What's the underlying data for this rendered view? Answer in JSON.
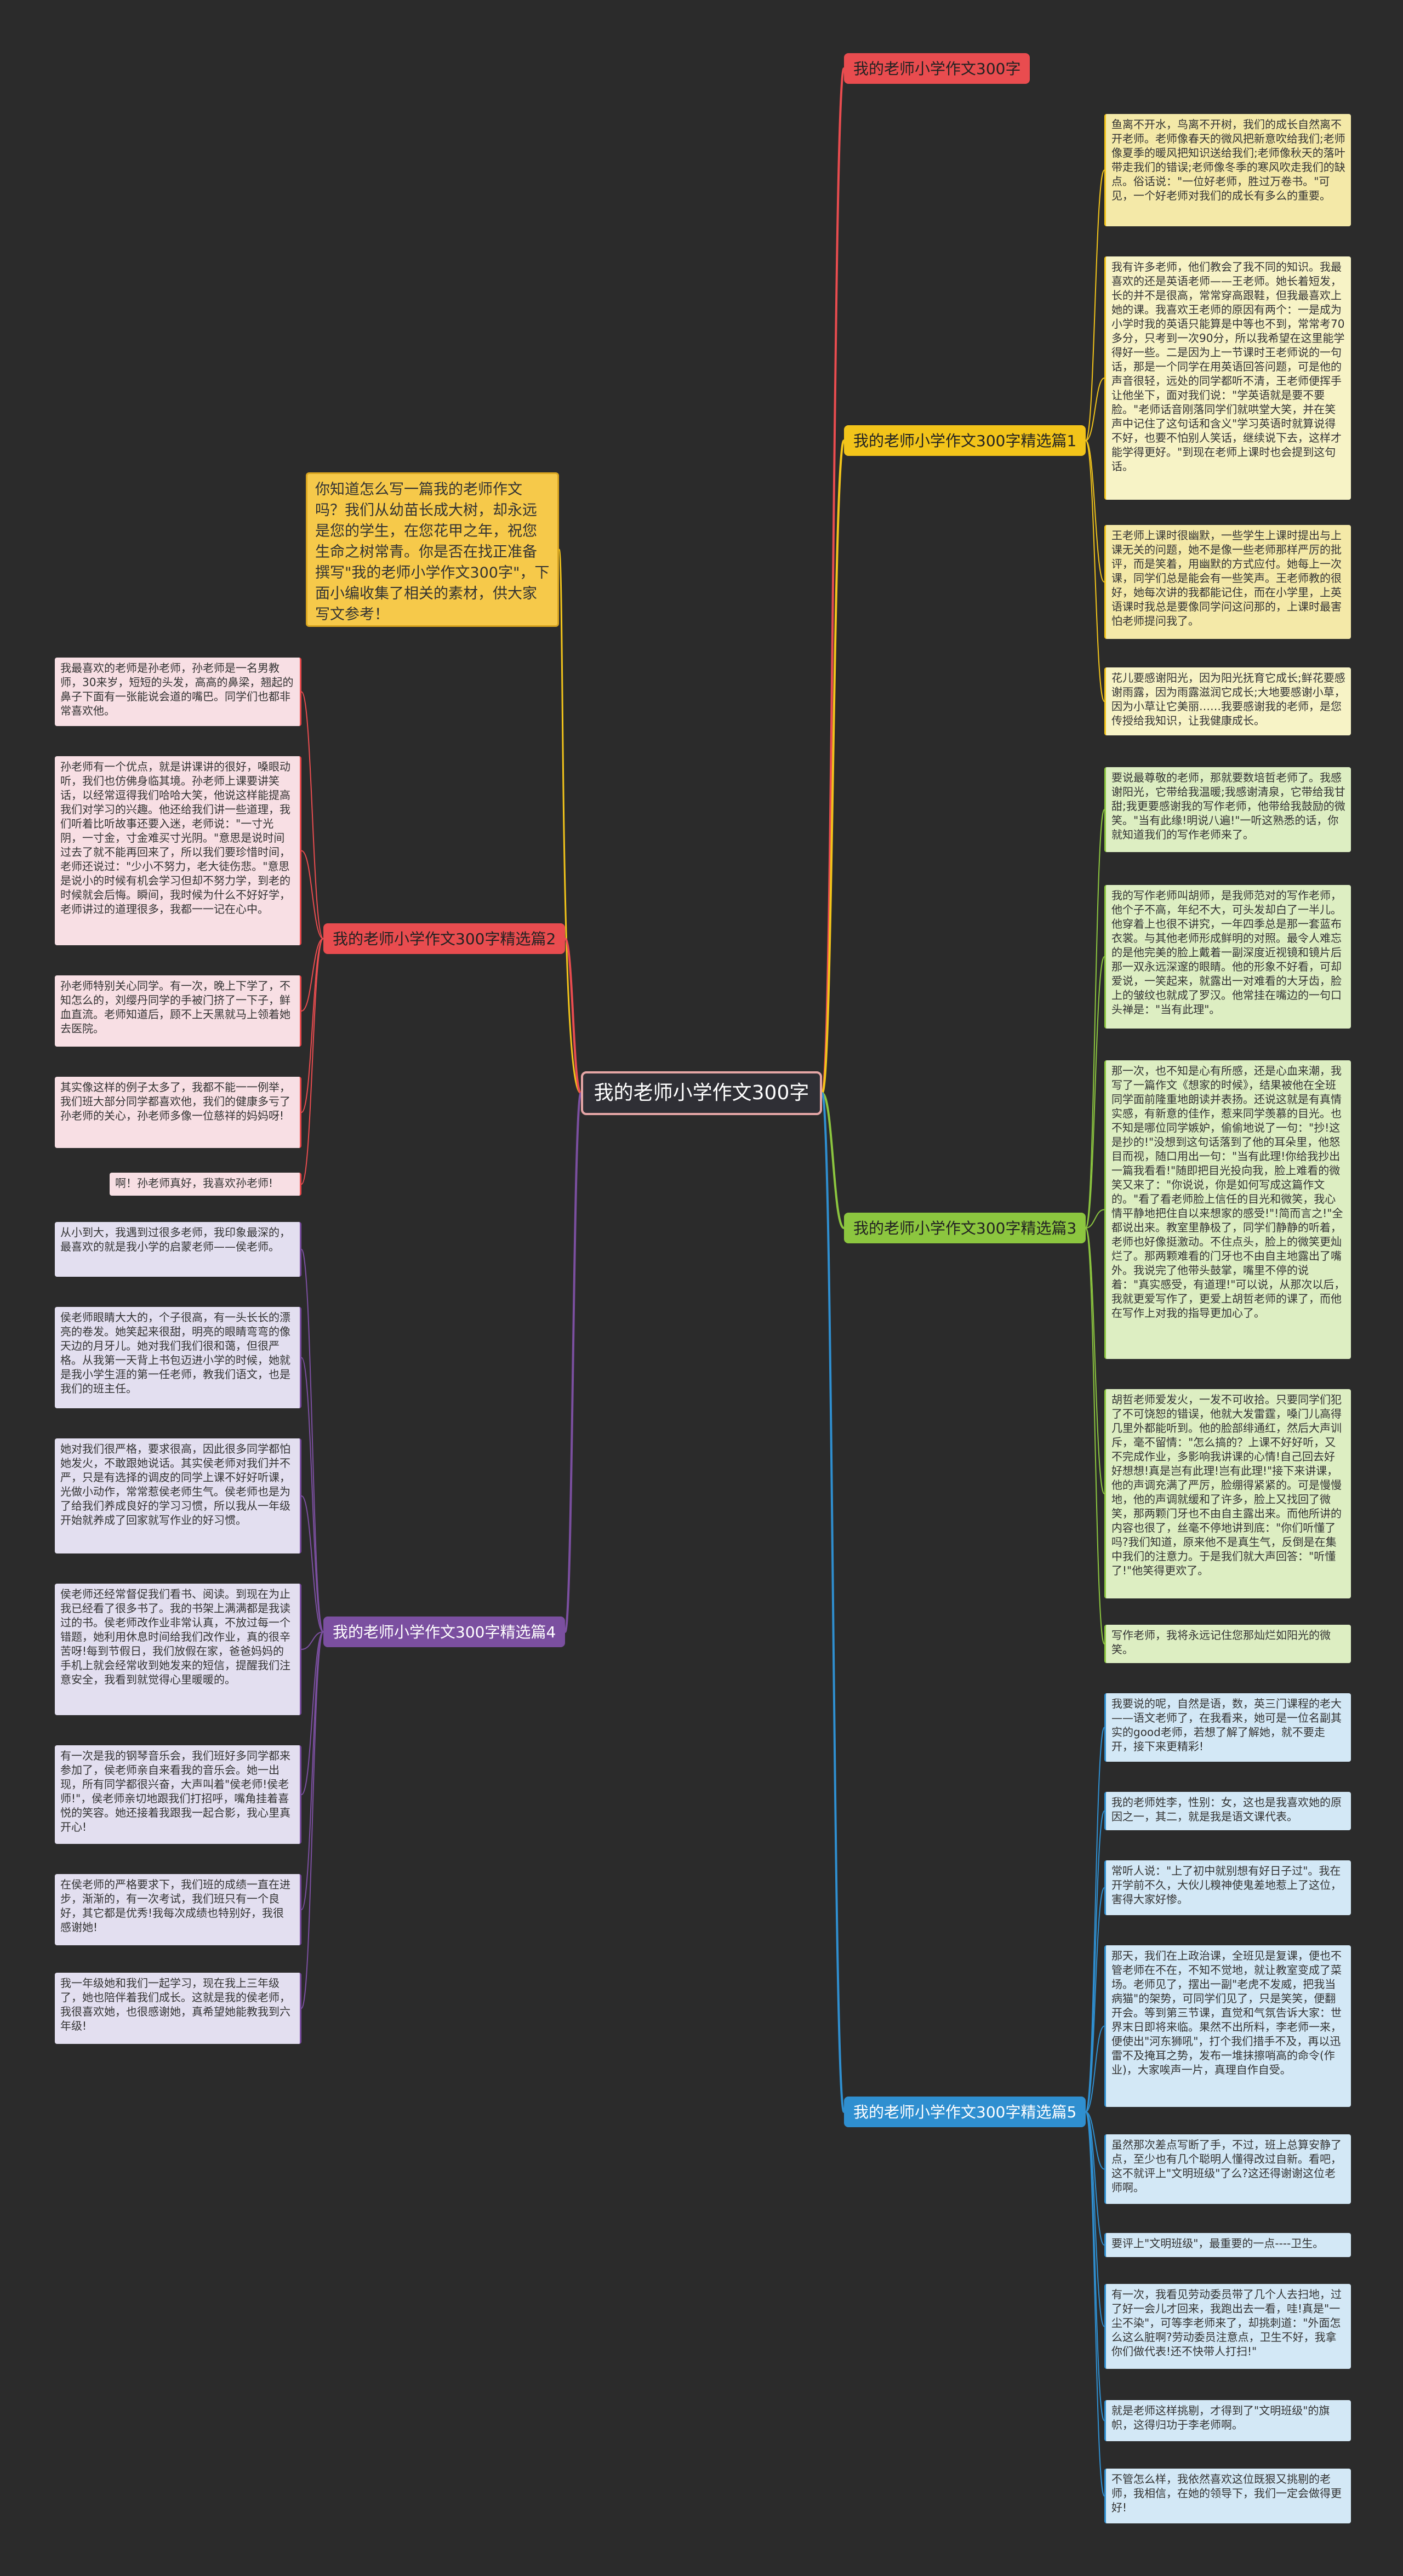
{
  "root": "我的老师小学作文300字",
  "intro": "你知道怎么写一篇我的老师作文吗？我们从幼苗长成大树，却永远是您的学生，在您花甲之年，祝您生命之树常青。你是否在找正准备撰写\"我的老师小学作文300字\"，下面小编收集了相关的素材，供大家写文参考！",
  "branches": [
    {
      "id": "title",
      "label": "我的老师小学作文300字",
      "color": "#e94c4f",
      "leaves": []
    },
    {
      "id": "b1",
      "label": "我的老师小学作文300字精选篇1",
      "color": "#f2c41a",
      "leaves": [
        "鱼离不开水，鸟离不开树，我们的成长自然离不开老师。老师像春天的微风把新意吹给我们;老师像夏季的暖风把知识送给我们;老师像秋天的落叶带走我们的错误;老师像冬季的寒风吹走我们的缺点。俗话说：\"一位好老师，胜过万卷书。\"可见，一个好老师对我们的成长有多么的重要。",
        "我有许多老师，他们教会了我不同的知识。我最喜欢的还是英语老师——王老师。她长着短发，长的并不是很高，常常穿高跟鞋，但我最喜欢上她的课。我喜欢王老师的原因有两个：一是成为小学时我的英语只能算是中等也不到，常常考70多分，只考到一次90分，所以我希望在这里能学得好一些。二是因为上一节课时王老师说的一句话，那是一个同学在用英语回答问题，可是他的声音很轻，远处的同学都听不清，王老师便挥手让他坐下，面对我们说：\"学英语就是要不要脸。\"老师话音刚落同学们就哄堂大笑，并在笑声中记住了这句话和含义\"学习英语时就算说得不好，也要不怕别人笑话，继续说下去，这样才能学得更好。\"到现在老师上课时也会提到这句话。",
        "王老师上课时很幽默，一些学生上课时提出与上课无关的问题，她不是像一些老师那样严厉的批评，而是笑着，用幽默的方式应付。她每上一次课，同学们总是能会有一些笑声。王老师教的很好，她每次讲的我都能记住，而在小学里，上英语课时我总是要像同学问这问那的，上课时最害怕老师提问我了。",
        "花儿要感谢阳光，因为阳光抚育它成长;鲜花要感谢雨露，因为雨露滋润它成长;大地要感谢小草，因为小草让它美丽……我要感谢我的老师，是您传授给我知识，让我健康成长。"
      ]
    },
    {
      "id": "b3",
      "label": "我的老师小学作文300字精选篇3",
      "color": "#8cc63f",
      "leaves": [
        "要说最尊敬的老师，那就要数培哲老师了。我感谢阳光，它带给我温暖;我感谢清泉，它带给我甘甜;我更要感谢我的写作老师，他带给我鼓励的微笑。\"当有此缘!明说八遍!\"一听这熟悉的话，你就知道我们的写作老师来了。",
        "我的写作老师叫胡师，是我师范对的写作老师，他个子不高，年纪不大，可头发却白了一半儿。他穿着上也很不讲究，一年四季总是那一套蓝布衣裳。与其他老师形成鲜明的对照。最令人难忘的是他完美的脸上戴着一副深度近视镜和镜片后那一双永远深邃的眼睛。他的形象不好看，可却爱说，一笑起来，就露出一对难看的大牙齿，脸上的皱纹也就成了罗汉。他常挂在嘴边的一句口头禅是：\"当有此理\"。",
        "那一次，也不知是心有所感，还是心血来潮，我写了一篇作文《想家的时候》，结果被他在全班同学面前隆重地朗读并表扬。还说这就是有真情实感，有新意的佳作，惹来同学羡慕的目光。也不知是哪位同学嫉妒，偷偷地说了一句：\"抄!这是抄的!\"没想到这句话落到了他的耳朵里，他怒目而视，随口用出一句：\"当有此理!你给我抄出一篇我看看!\"随即把目光投向我，脸上难看的微笑又来了：\"你说说，你是如何写成这篇作文的。\"看了看老师脸上信任的目光和微笑，我心情平静地把住自以来想家的感受!\"!简而言之!\"全都说出来。教室里静极了，同学们静静的听着，老师也好像挺激动。不住点头，脸上的微笑更灿烂了。那两颗难看的门牙也不由自主地露出了嘴外。我说完了他带头鼓掌，嘴里不停的说着：\"真实感受，有道理!\"可以说，从那次以后，我就更爱写作了，更爱上胡哲老师的课了，而他在写作上对我的指导更加心了。",
        "胡哲老师爱发火，一发不可收拾。只要同学们犯了不可饶恕的错误，他就大发雷霆，嗓门儿高得几里外都能听到。他的脸部绯通红，然后大声训斥，毫不留情：\"怎么搞的？上课不好好听，又不完成作业，多影响我讲课的心情!自己回去好好想想!真是岂有此理!岂有此理!\"接下来讲课，他的声调充满了严厉，脸绷得紧紧的。可是慢慢地，他的声调就缓和了许多，脸上又找回了微笑，那两颗门牙也不由自主露出来。而他所讲的内容也很了，丝毫不停地讲到底：\"你们听懂了吗?我们知道，原来他不是真生气，反倒是在集中我们的注意力。于是我们就大声回答：\"听懂了!\"他笑得更欢了。",
        "写作老师，我将永远记住您那灿烂如阳光的微笑。"
      ]
    },
    {
      "id": "b5",
      "label": "我的老师小学作文300字精选篇5",
      "color": "#2f8fd0",
      "leaves": [
        "我要说的呢，自然是语，数，英三门课程的老大——语文老师了，在我看来，她可是一位名副其实的good老师，若想了解了解她，就不要走开，接下来更精彩!",
        "我的老师姓李，性别：女，这也是我喜欢她的原因之一，其二，就是我是语文课代表。",
        "常听人说：\"上了初中就别想有好日子过\"。我在开学前不久，大伙儿糗神使鬼差地惹上了这位，害得大家好惨。",
        "那天，我们在上政治课，全班见是复课，便也不管老师在不在，不知不觉地，就让教室变成了菜场。老师见了，摆出一副\"老虎不发威，把我当病猫\"的架势，可同学们见了，只是笑笑，便翻开会。等到第三节课，直觉和气氛告诉大家：世界末日即将来临。果然不出所料，李老师一来，便使出\"河东狮吼\"，打个我们措手不及，再以迅雷不及掩耳之势，发布一堆抹擦哨高的命令(作业)，大家唉声一片，真理自作自受。",
        "虽然那次差点写断了手，不过，班上总算安静了点，至少也有几个聪明人懂得改过自新。看吧，这不就评上\"文明班级\"了么?这还得谢谢这位老师啊。",
        "要评上\"文明班级\"，最重要的一点----卫生。",
        "有一次，我看见劳动委员带了几个人去扫地，过了好一会儿才回来，我跑出去一看，哇!真是\"一尘不染\"，可等李老师来了，却挑刺道：\"外面怎么这么脏啊?劳动委员注意点，卫生不好，我拿你们做代表!还不快带人打扫!\"",
        "就是老师这样挑剔，才得到了\"文明班级\"的旗帜，这得归功于李老师啊。",
        "不管怎么样，我依然喜欢这位既狠又挑剔的老师，我相信，在她的领导下，我们一定会做得更好!"
      ]
    },
    {
      "id": "b2",
      "label": "我的老师小学作文300字精选篇2",
      "color": "#e94c4f",
      "leaves": [
        "我最喜欢的老师是孙老师，孙老师是一名男教师，30来岁，短短的头发，高高的鼻梁，翘起的鼻子下面有一张能说会道的嘴巴。同学们也都非常喜欢他。",
        "孙老师有一个优点，就是讲课讲的很好，嗓眼动听，我们也仿佛身临其境。孙老师上课要讲笑话，以经常逗得我们哈哈大笑，他说这样能提高我们对学习的兴趣。他还给我们讲一些道理，我们听着比听故事还要入迷，老师说：\"一寸光阴，一寸金，寸金难买寸光阴。\"意思是说时间过去了就不能再回来了，所以我们要珍惜时间，老师还说过：\"少小不努力，老大徒伤悲。\"意思是说小的时候有机会学习但却不努力学，到老的时候就会后悔。瞬间，我时候为什么不好好学，老师讲过的道理很多，我都一一记在心中。",
        "孙老师特别关心同学。有一次，晚上下学了，不知怎么的，刘缨丹同学的手被门挤了一下子，鲜血直流。老师知道后，顾不上天黑就马上领着她去医院。",
        "其实像这样的例子太多了，我都不能一一例举，我们班大部分同学都喜欢他，我们的健康多亏了孙老师的关心，孙老师多像一位慈祥的妈妈呀!",
        "啊！孙老师真好，我喜欢孙老师!"
      ]
    },
    {
      "id": "b4",
      "label": "我的老师小学作文300字精选篇4",
      "color": "#7b4fa0",
      "leaves": [
        "从小到大，我遇到过很多老师，我印象最深的，最喜欢的就是我小学的启蒙老师——侯老师。",
        "侯老师眼睛大大的，个子很高，有一头长长的漂亮的卷发。她笑起来很甜，明亮的眼睛弯弯的像天边的月牙儿。她对我们我们很和蔼，但很严格。从我第一天背上书包迈进小学的时候，她就是我小学生涯的第一任老师，教我们语文，也是我们的班主任。",
        "她对我们很严格，要求很高，因此很多同学都怕她发火，不敢跟她说话。其实侯老师对我们并不严，只是有选择的调皮的同学上课不好好听课，光做小动作，常常惹侯老师生气。侯老师也是为了给我们养成良好的学习习惯，所以我从一年级开始就养成了回家就写作业的好习惯。",
        "侯老师还经常督促我们看书、阅读。到现在为止我已经看了很多书了。我的书架上满满都是我读过的书。侯老师改作业非常认真，不放过每一个错题，她利用休息时间给我们改作业，真的很辛苦呀!每到节假日，我们放假在家，爸爸妈妈的手机上就会经常收到她发来的短信，提醒我们注意安全，我看到就觉得心里暖暖的。",
        "有一次是我的钢琴音乐会，我们班好多同学都来参加了，侯老师亲自来看我的音乐会。她一出现，所有同学都很兴奋，大声叫着\"侯老师!侯老师!\"，侯老师亲切地跟我们打招呼，嘴角挂着喜悦的笑容。她还接着我跟我一起合影，我心里真开心!",
        "在侯老师的严格要求下，我们班的成绩一直在进步，渐渐的，有一次考试，我们班只有一个良好，其它都是优秀!我每次成绩也特别好，我很感谢她!",
        "我一年级她和我们一起学习，现在我上三年级了，她也陪伴着我们成长。这就是我的侯老师，我很喜欢她，也很感谢她，真希望她能教我到六年级!"
      ]
    }
  ]
}
